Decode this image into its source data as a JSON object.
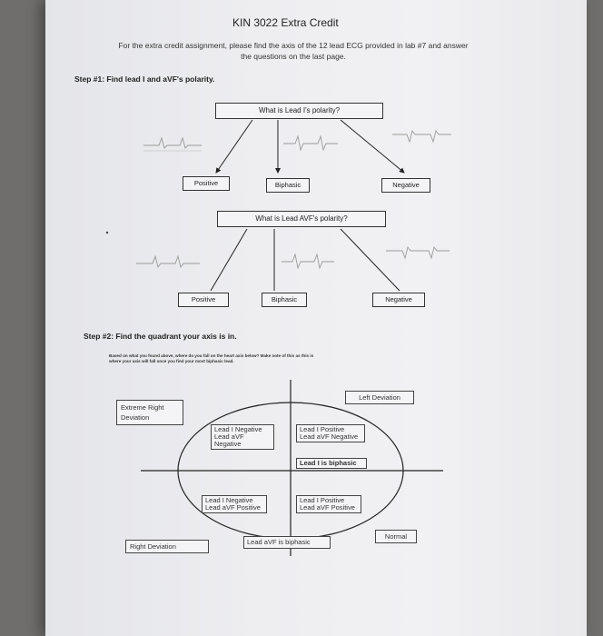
{
  "title": "KIN 3022 Extra Credit",
  "intro_line1": "For the extra credit assignment, please find the axis of the 12 lead ECG provided in lab #7 and answer",
  "intro_line2": "the questions on the last page.",
  "step1": "Step #1: Find lead I and aVF's polarity.",
  "q_lead1": "What is Lead I's polarity?",
  "q_avf": "What is Lead AVF's polarity?",
  "answers_lead1": [
    "Positive",
    "Biphasic",
    "Negative"
  ],
  "answers_avf": [
    "Positive",
    "Biphasic",
    "Negative"
  ],
  "step2": "Step #2: Find the quadrant your axis is in.",
  "step2_note_line1": "Based on what you found above, where do you fall on the heart axis below? Make note of this as this is",
  "step2_note_line2": "where your axis will fall once you find your most biphasic lead.",
  "axis": {
    "extreme_right": [
      "Extreme Right",
      "Deviation"
    ],
    "left_deviation": "Left Deviation",
    "right_deviation": "Right Deviation",
    "normal": "Normal",
    "q_top_left": [
      "Lead I Negative",
      "Lead aVF Negative"
    ],
    "q_top_right": [
      "Lead I Positive",
      "Lead aVF Negative"
    ],
    "q_bottom_left": [
      "Lead I Negative",
      "Lead aVF Positive"
    ],
    "q_bottom_right": [
      "Lead I Positive",
      "Lead aVF Positive"
    ],
    "lead1_biphasic": "Lead I is biphasic",
    "avf_biphasic": "Lead aVF is biphasic"
  },
  "colors": {
    "paper": "#efeff2",
    "ink": "#222222",
    "background": "#6f6e6c"
  }
}
